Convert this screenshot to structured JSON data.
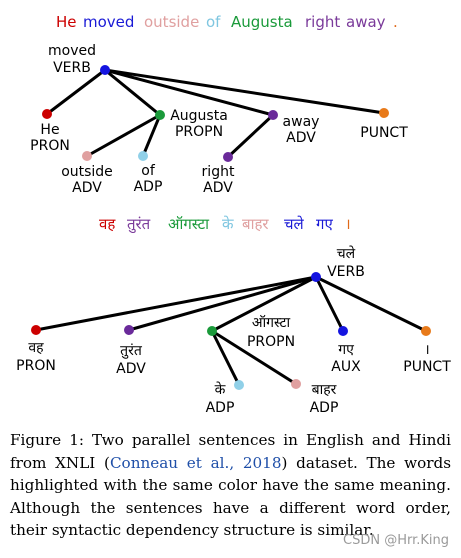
{
  "figure": {
    "english": {
      "tokens": [
        {
          "text": "He",
          "color": "#cc0000"
        },
        {
          "text": "moved",
          "color": "#1a1ad6"
        },
        {
          "text": "outside",
          "color": "#e0a0a0"
        },
        {
          "text": "of",
          "color": "#7fc6e0"
        },
        {
          "text": "Augusta",
          "color": "#1a9a3a"
        },
        {
          "text": "right",
          "color": "#7a3a9a"
        },
        {
          "text": "away",
          "color": "#7a3a9a"
        },
        {
          "text": ".",
          "color": "#e06a1a"
        }
      ],
      "nodes": [
        {
          "word": "moved",
          "pos": "VERB",
          "color": "#1414e0"
        },
        {
          "word": "He",
          "pos": "PRON",
          "color": "#cc0000"
        },
        {
          "word": "Augusta",
          "pos": "PROPN",
          "color": "#1a9a3a"
        },
        {
          "word": "away",
          "pos": "ADV",
          "color": "#6a2a9a"
        },
        {
          "word": "",
          "pos": "PUNCT",
          "color": "#e87a1a"
        },
        {
          "word": "outside",
          "pos": "ADV",
          "color": "#e0a0a0"
        },
        {
          "word": "of",
          "pos": "ADP",
          "color": "#90d0e8"
        },
        {
          "word": "right",
          "pos": "ADV",
          "color": "#6a2a9a"
        }
      ]
    },
    "hindi": {
      "tokens": [
        {
          "text": "वह",
          "color": "#cc0000"
        },
        {
          "text": "तुरंत",
          "color": "#7a3a9a"
        },
        {
          "text": "ऑगस्टा",
          "color": "#1a9a3a"
        },
        {
          "text": "के",
          "color": "#7fc6e0"
        },
        {
          "text": "बाहर",
          "color": "#e0a0a0"
        },
        {
          "text": "चले",
          "color": "#1a1ad6"
        },
        {
          "text": "गए",
          "color": "#1a1ad6"
        },
        {
          "text": "।",
          "color": "#e06a1a"
        }
      ],
      "nodes": [
        {
          "word": "चले",
          "pos": "VERB",
          "color": "#1414e0"
        },
        {
          "word": "वह",
          "pos": "PRON",
          "color": "#cc0000"
        },
        {
          "word": "तुरंत",
          "pos": "ADV",
          "color": "#6a2a9a"
        },
        {
          "word": "",
          "pos": "",
          "color": "#1a9a3a"
        },
        {
          "word": "ऑगस्टा",
          "pos": "PROPN",
          "color": ""
        },
        {
          "word": "गए",
          "pos": "AUX",
          "color": "#1414e0"
        },
        {
          "word": "।",
          "pos": "PUNCT",
          "color": "#e87a1a"
        },
        {
          "word": "के",
          "pos": "ADP",
          "color": "#90d0e8"
        },
        {
          "word": "बाहर",
          "pos": "ADP",
          "color": "#e0a0a0"
        }
      ]
    }
  },
  "caption": {
    "text_before": "Figure 1: Two parallel sentences in English and Hindi from XNLI (",
    "citation": "Conneau et al., 2018",
    "text_after": ") dataset. The words highlighted with the same color have the same meaning. Although the sentences have a different word order, their syntactic dependency structure is similar."
  },
  "watermark": "CSDN @Hrr.King"
}
